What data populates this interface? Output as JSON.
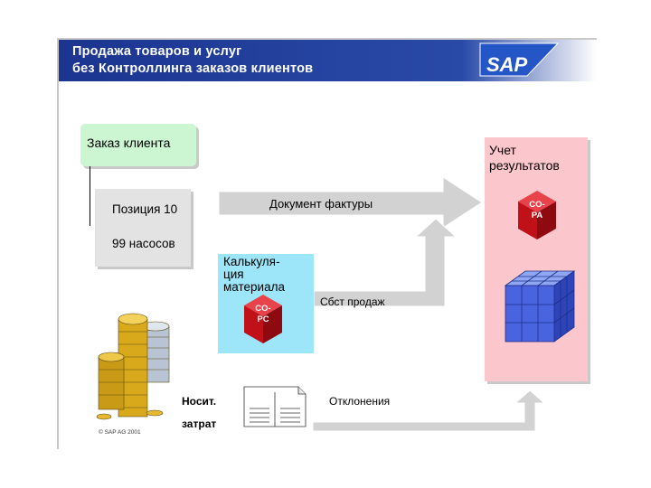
{
  "header": {
    "title_line1": "Продажа товаров и услуг",
    "title_line2": "без Контроллинга заказов клиентов",
    "logo_text": "SAP"
  },
  "sales_order": {
    "label": "Заказ клиента",
    "item_position": "Позиция 10",
    "item_quantity": "99 насосов"
  },
  "costing": {
    "label_line1": "Калькуля-",
    "label_line2": "ция",
    "label_line3": "материала",
    "module_line1": "CO-",
    "module_line2": "PC"
  },
  "profitability": {
    "label_line1": "Учет",
    "label_line2": "результатов",
    "module_line1": "CO-",
    "module_line2": "PA"
  },
  "flows": {
    "invoice": "Документ фактуры",
    "sales_cost": "Сбст продаж",
    "variances": "Отклонения"
  },
  "cost_carrier": {
    "line1": "Носит.",
    "line2": "затрат"
  },
  "copyright": "© SAP AG 2001",
  "colors": {
    "header_blue": "#1e3c96",
    "order_green": "#ccf5d2",
    "costing_cyan": "#9de6fa",
    "copa_pink": "#fbc6cc",
    "module_red": "#d9161e",
    "arrow_gray": "#d2d2d2",
    "olap_cube_blue": "#3c5adc"
  },
  "icons": [
    "sap-logo-icon",
    "coin-stack-icon",
    "document-icon",
    "olap-cube-icon",
    "module-cube-icon"
  ]
}
